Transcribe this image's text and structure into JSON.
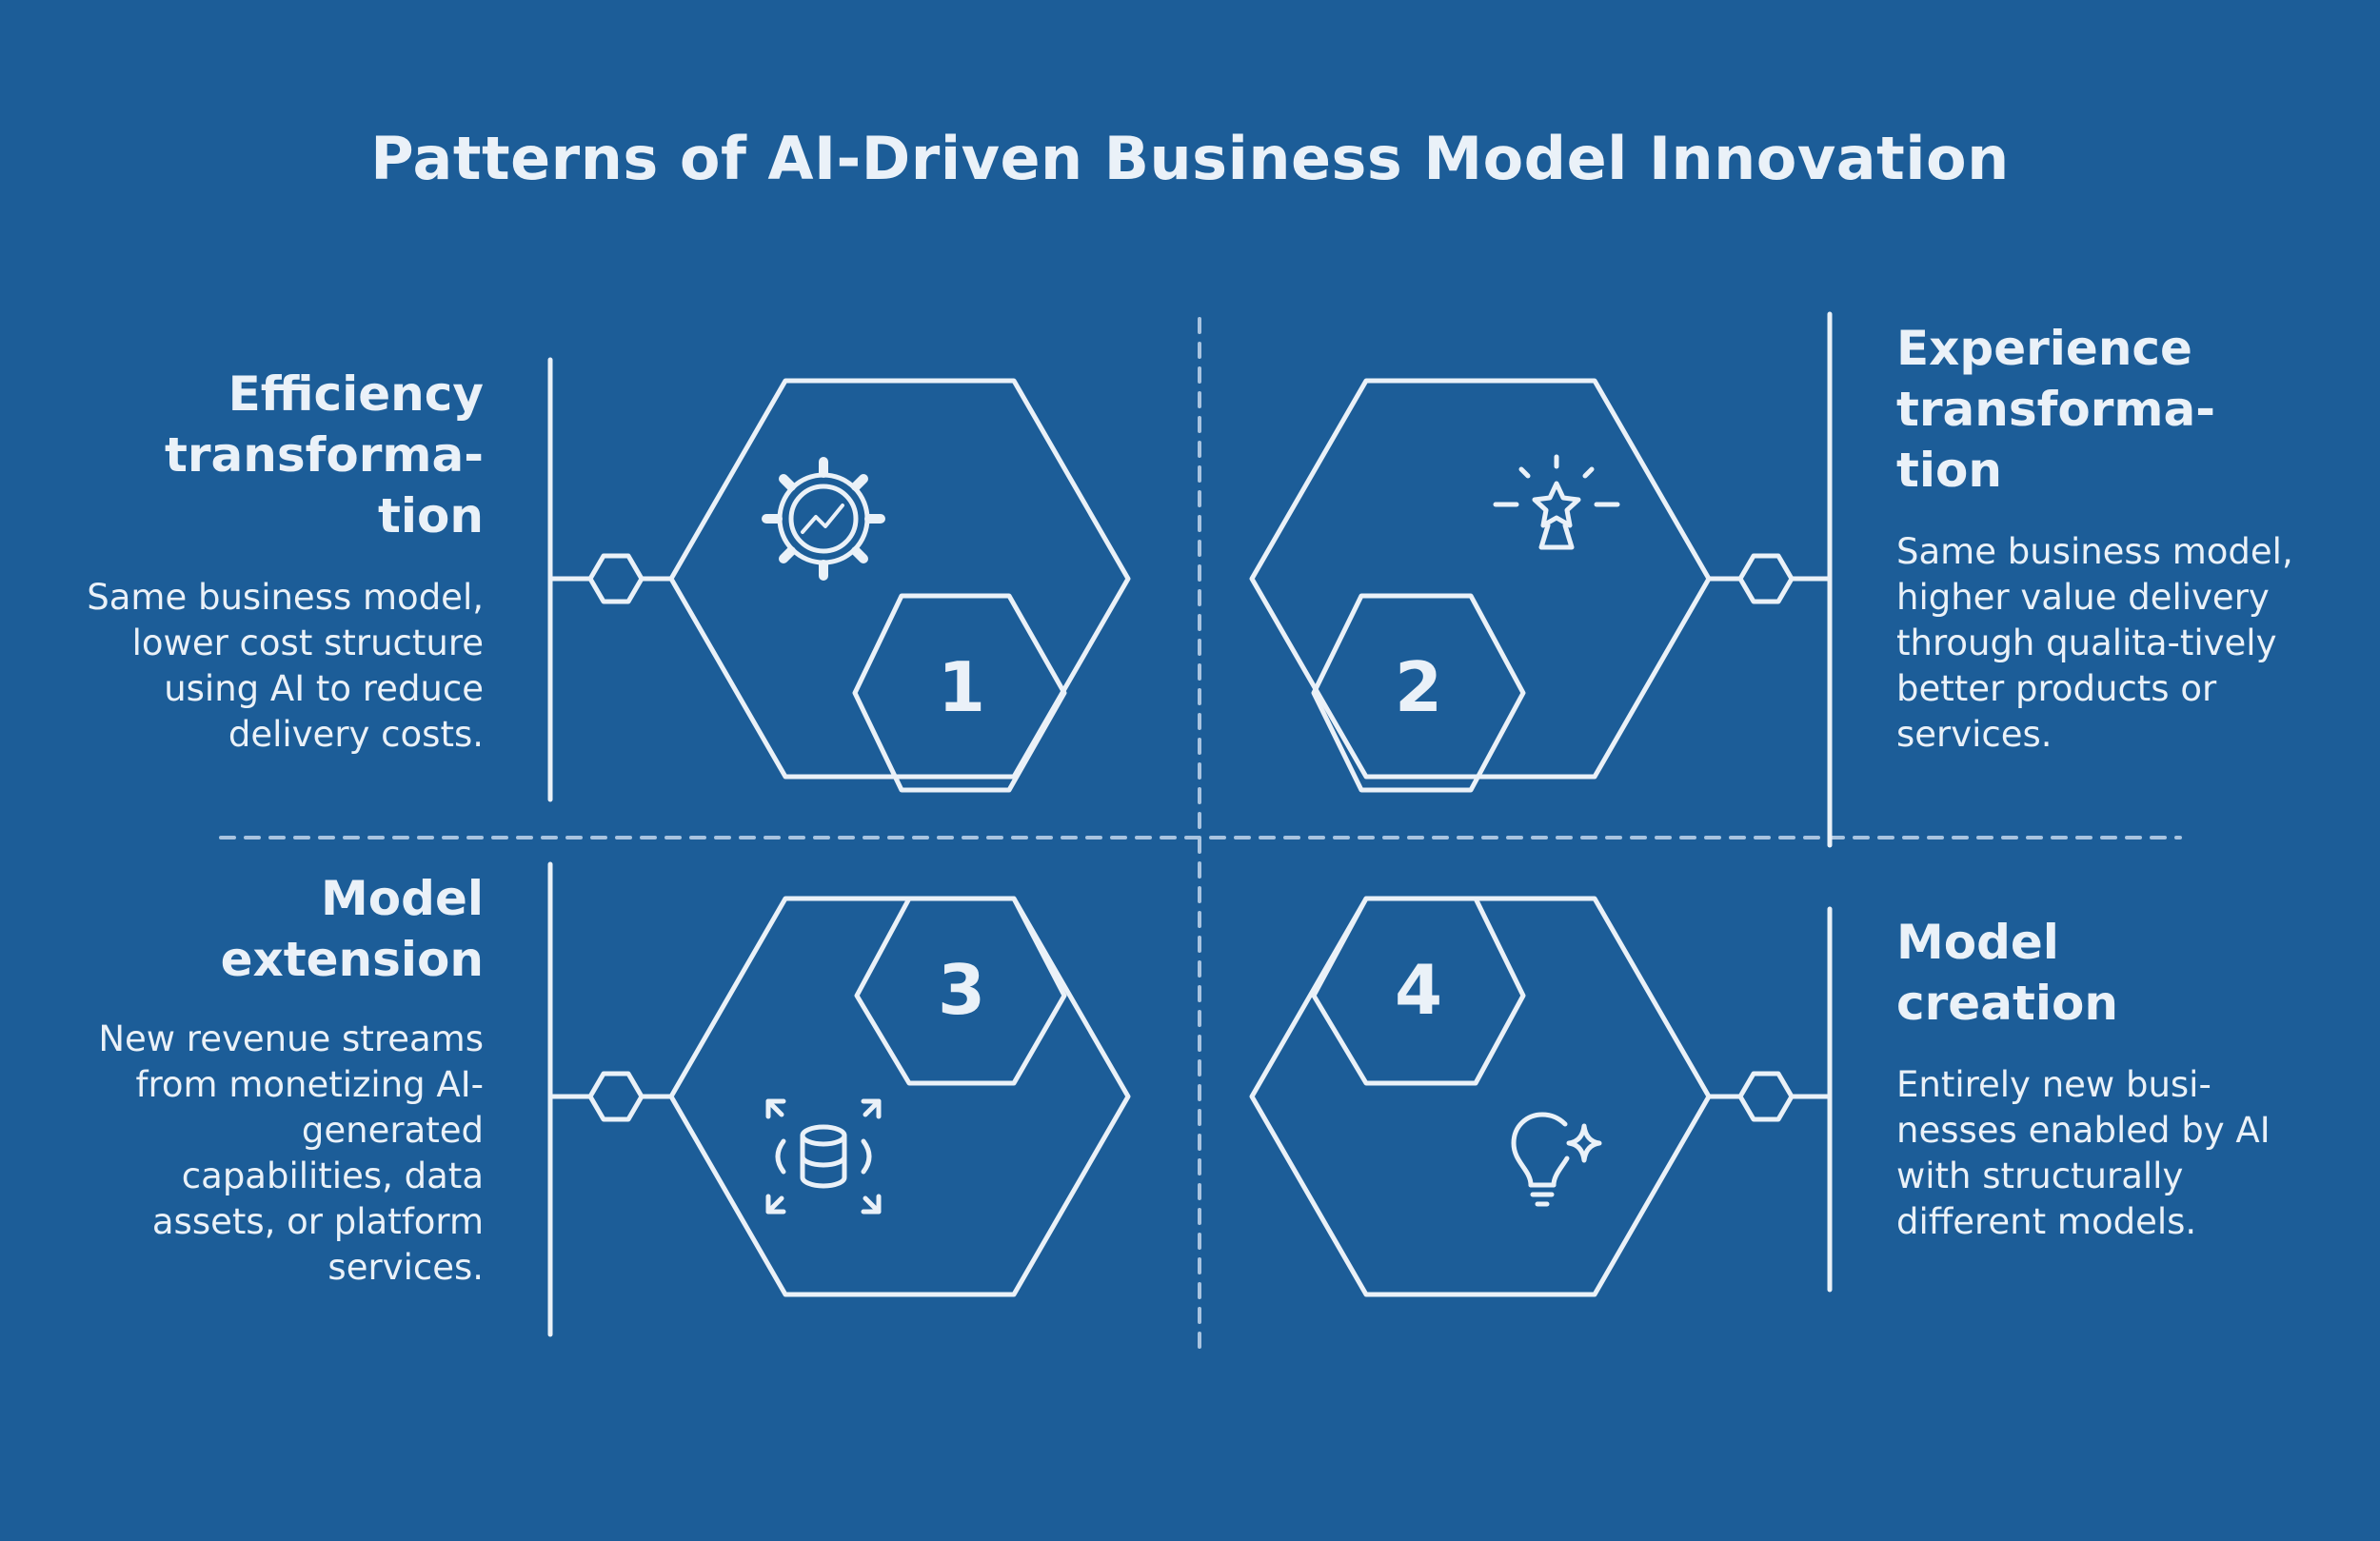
{
  "title": "Patterns of AI-Driven Business Model Innovation",
  "colors": {
    "background": "#1c5d98",
    "ink": "#eaf1f8",
    "divider": "#a9c4e0"
  },
  "items": [
    {
      "number": "1",
      "label": "Efficiency transforma-tion",
      "description": "Same business model, lower cost structure using AI to reduce delivery costs.",
      "icon": "gear-chart-icon"
    },
    {
      "number": "2",
      "label": "Experience transforma-tion",
      "description": "Same business model, higher value delivery through qualita-tively better products or services.",
      "icon": "sparkle-star-icon"
    },
    {
      "number": "3",
      "label": "Model extension",
      "description": "New revenue streams from monetizing AI-generated capabilities, data assets, or platform services.",
      "icon": "database-expand-icon"
    },
    {
      "number": "4",
      "label": "Model creation",
      "description": "Entirely new busi-nesses enabled by AI with structurally different models.",
      "icon": "lightbulb-sparkle-icon"
    }
  ]
}
